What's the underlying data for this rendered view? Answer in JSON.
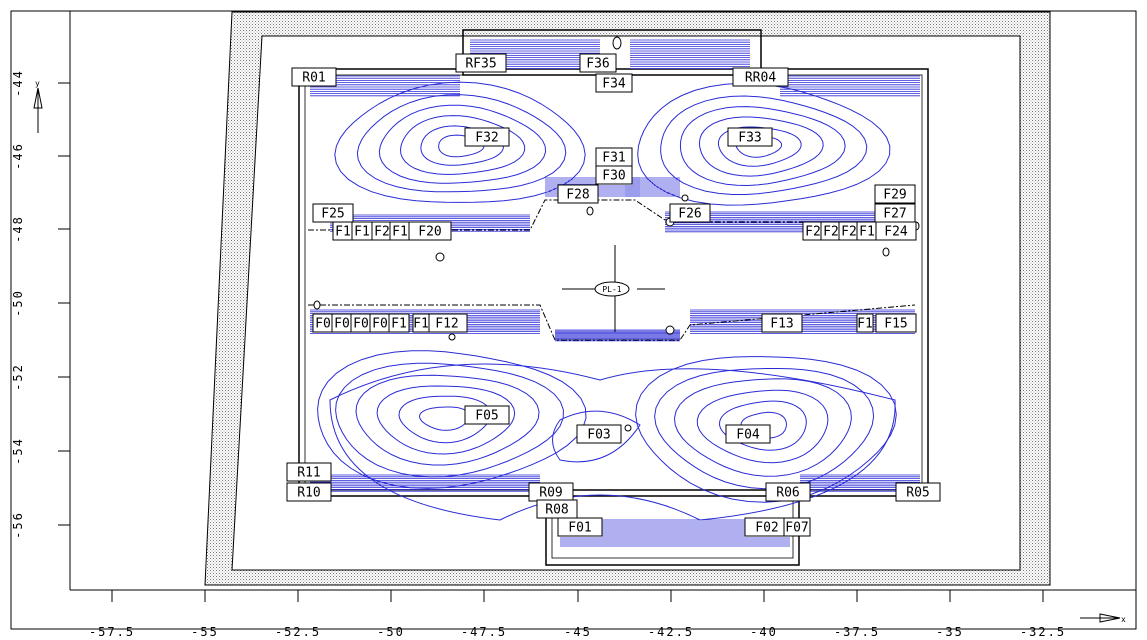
{
  "diagram": {
    "x_axis": {
      "ticks": [
        "-57.5",
        "-55",
        "-52.5",
        "-50",
        "-47.5",
        "-45",
        "-42.5",
        "-40",
        "-37.5",
        "-35",
        "-32.5"
      ],
      "arrow_label": "x"
    },
    "y_axis": {
      "ticks": [
        "-44",
        "-46",
        "-48",
        "-50",
        "-52",
        "-54",
        "-56"
      ],
      "arrow_label": "y"
    },
    "center_label": "PL-1",
    "labels": {
      "R01": "R01",
      "RF35": "RF35",
      "F36": "F36",
      "F34": "F34",
      "RR04": "RR04",
      "F32": "F32",
      "F33": "F33",
      "F31": "F31",
      "F30": "F30",
      "F28": "F28",
      "F29": "F29",
      "F27": "F27",
      "F26": "F26",
      "F25": "F25",
      "F1a": "F1",
      "F1b": "F1",
      "F2a": "F2",
      "F20": "F20",
      "F2b": "F2",
      "F2c": "F2",
      "F2d": "F2",
      "F24": "F24",
      "F0a": "F0",
      "F0b": "F0",
      "F0c": "F0",
      "F0d": "F0",
      "F1c": "F1",
      "F1d": "F1",
      "F12": "F12",
      "F13": "F13",
      "F1e": "F1",
      "F15": "F15",
      "F05": "F05",
      "F03": "F03",
      "F04": "F04",
      "R11": "R11",
      "R10": "R10",
      "R09": "R09",
      "R08": "R08",
      "R06": "R06",
      "R05": "R05",
      "F01": "F01",
      "F02": "F02",
      "F07": "F07"
    }
  }
}
